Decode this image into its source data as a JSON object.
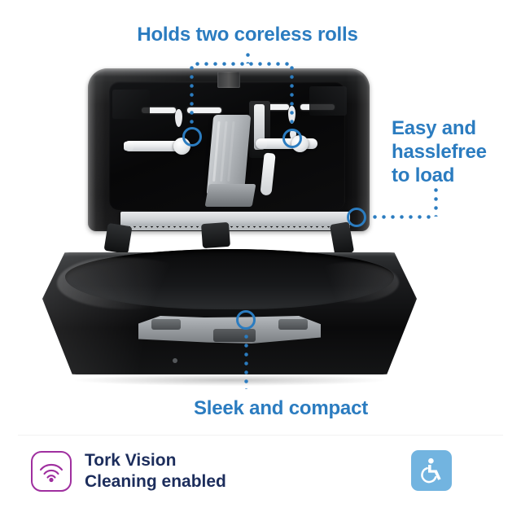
{
  "theme": {
    "accent_blue": "#2b7cc0",
    "badge_blue": "#72b4e0",
    "vision_purple": "#9f2f9f",
    "navy_text": "#1c2d5c",
    "background": "#ffffff"
  },
  "product": {
    "name": "Tork coreless twin toilet roll dispenser",
    "body_color": "#0a0a0b",
    "accent_part_color": "#b6babe"
  },
  "callouts": [
    {
      "id": "holds-two-coreless-rolls",
      "label": "Holds two coreless rolls",
      "position": "top",
      "marker_count": 2
    },
    {
      "id": "easy-and-hasslefree-to-load",
      "label": "Easy and\nhasslefree\nto load",
      "position": "right",
      "marker_count": 1
    },
    {
      "id": "sleek-and-compact",
      "label": "Sleek and compact",
      "position": "bottom",
      "marker_count": 1
    }
  ],
  "footer": {
    "vision": {
      "label": "Tork Vision\nCleaning enabled",
      "icon": "wifi-signal-icon",
      "icon_color": "#9f2f9f"
    },
    "accessibility": {
      "icon": "wheelchair-accessible-icon",
      "icon_color": "#ffffff",
      "badge_color": "#72b4e0"
    }
  }
}
